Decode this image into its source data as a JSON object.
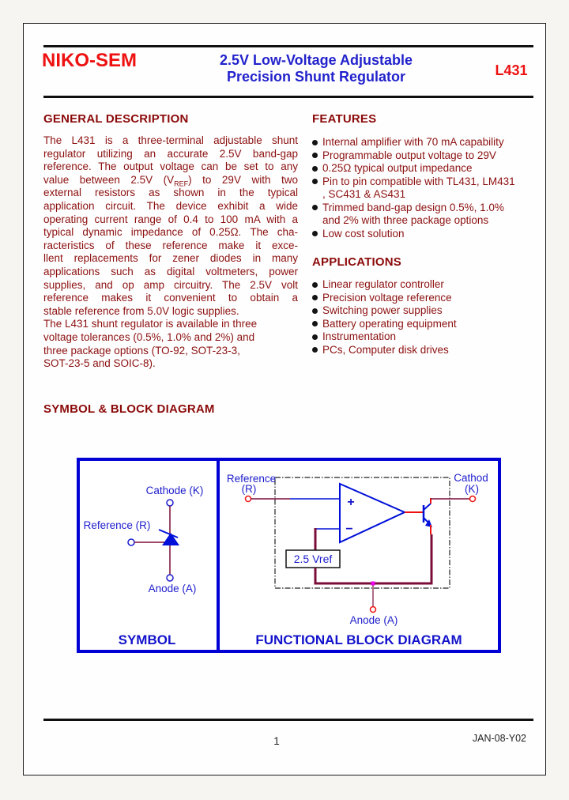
{
  "header": {
    "logo": "NIKO-SEM",
    "title_line1": "2.5V Low-Voltage Adjustable",
    "title_line2": "Precision Shunt Regulator",
    "part_number": "L431"
  },
  "general_description": {
    "heading": "GENERAL DESCRIPTION",
    "lines": [
      "The L431 is a three-terminal adjustable shunt",
      "regulator utilizing an accurate 2.5V band-gap",
      "reference. The output voltage can be set to any",
      {
        "before": "value between 2.5V (V",
        "sub": "REF",
        "after": ") to 29V with two"
      },
      "external resistors as shown in the typical",
      "application circuit. The device exhibit a wide",
      "operating current range of 0.4 to 100 mA with a",
      "typical dynamic impedance of 0.25Ω. The cha-",
      "racteristics of these reference make it exce-",
      "llent replacements for zener diodes in many",
      "applications such as digital voltmeters, power",
      "supplies, and op amp circuitry. The 2.5V volt",
      "reference makes it convenient to obtain a",
      "stable reference from 5.0V logic supplies.",
      "The L431 shunt regulator is available in three",
      "voltage tolerances (0.5%, 1.0% and 2%) and",
      "three package options (TO-92, SOT-23-3,",
      "SOT-23-5 and SOIC-8)."
    ]
  },
  "features": {
    "heading": "FEATURES",
    "rows": [
      {
        "bullet": true,
        "text": "Internal amplifier with 70 mA capability"
      },
      {
        "bullet": true,
        "text": "Programmable output voltage to 29V"
      },
      {
        "bullet": true,
        "text": "0.25Ω typical output impedance"
      },
      {
        "bullet": true,
        "text": "Pin to pin compatible with TL431, LM431"
      },
      {
        "bullet": false,
        "text": ", SC431 & AS431"
      },
      {
        "bullet": true,
        "text": "Trimmed band-gap design 0.5%, 1.0%"
      },
      {
        "bullet": false,
        "text": "and 2% with three package options"
      },
      {
        "bullet": true,
        "text": "Low cost solution"
      }
    ]
  },
  "applications": {
    "heading": "APPLICATIONS",
    "rows": [
      {
        "bullet": true,
        "text": "Linear regulator controller"
      },
      {
        "bullet": true,
        "text": "Precision voltage reference"
      },
      {
        "bullet": true,
        "text": "Switching power supplies"
      },
      {
        "bullet": true,
        "text": "Battery operating equipment"
      },
      {
        "bullet": true,
        "text": "Instrumentation"
      },
      {
        "bullet": true,
        "text": "PCs, Computer disk drives"
      }
    ]
  },
  "diagram": {
    "heading": "SYMBOL & BLOCK DIAGRAM",
    "symbol_panel": {
      "cathode_label": "Cathode (K)",
      "reference_label": "Reference (R)",
      "anode_label": "Anode (A)",
      "caption": "SYMBOL"
    },
    "block_panel": {
      "reference_label_line1": "Reference",
      "reference_label_line2": "(R)",
      "cathode_label_line1": "Cathod",
      "cathode_label_line2": "(K)",
      "anode_label": "Anode (A)",
      "vref_box_label": "2.5 Vref",
      "opamp_plus": "+",
      "opamp_minus": "−",
      "caption": "FUNCTIONAL BLOCK DIAGRAM"
    }
  },
  "footer": {
    "page_number": "1",
    "date_code": "JAN-08-Y02"
  },
  "colors": {
    "logo_red": "#ee1111",
    "title_blue": "#2222cc",
    "body_dark_red": "#8b1010",
    "heading_dark_red": "#8b0a0a",
    "wire_maroon": "#7a0c38",
    "diagram_border_blue": "#0000d4",
    "terminal_red": "#ee1111",
    "junction_magenta": "#ee00ee"
  }
}
